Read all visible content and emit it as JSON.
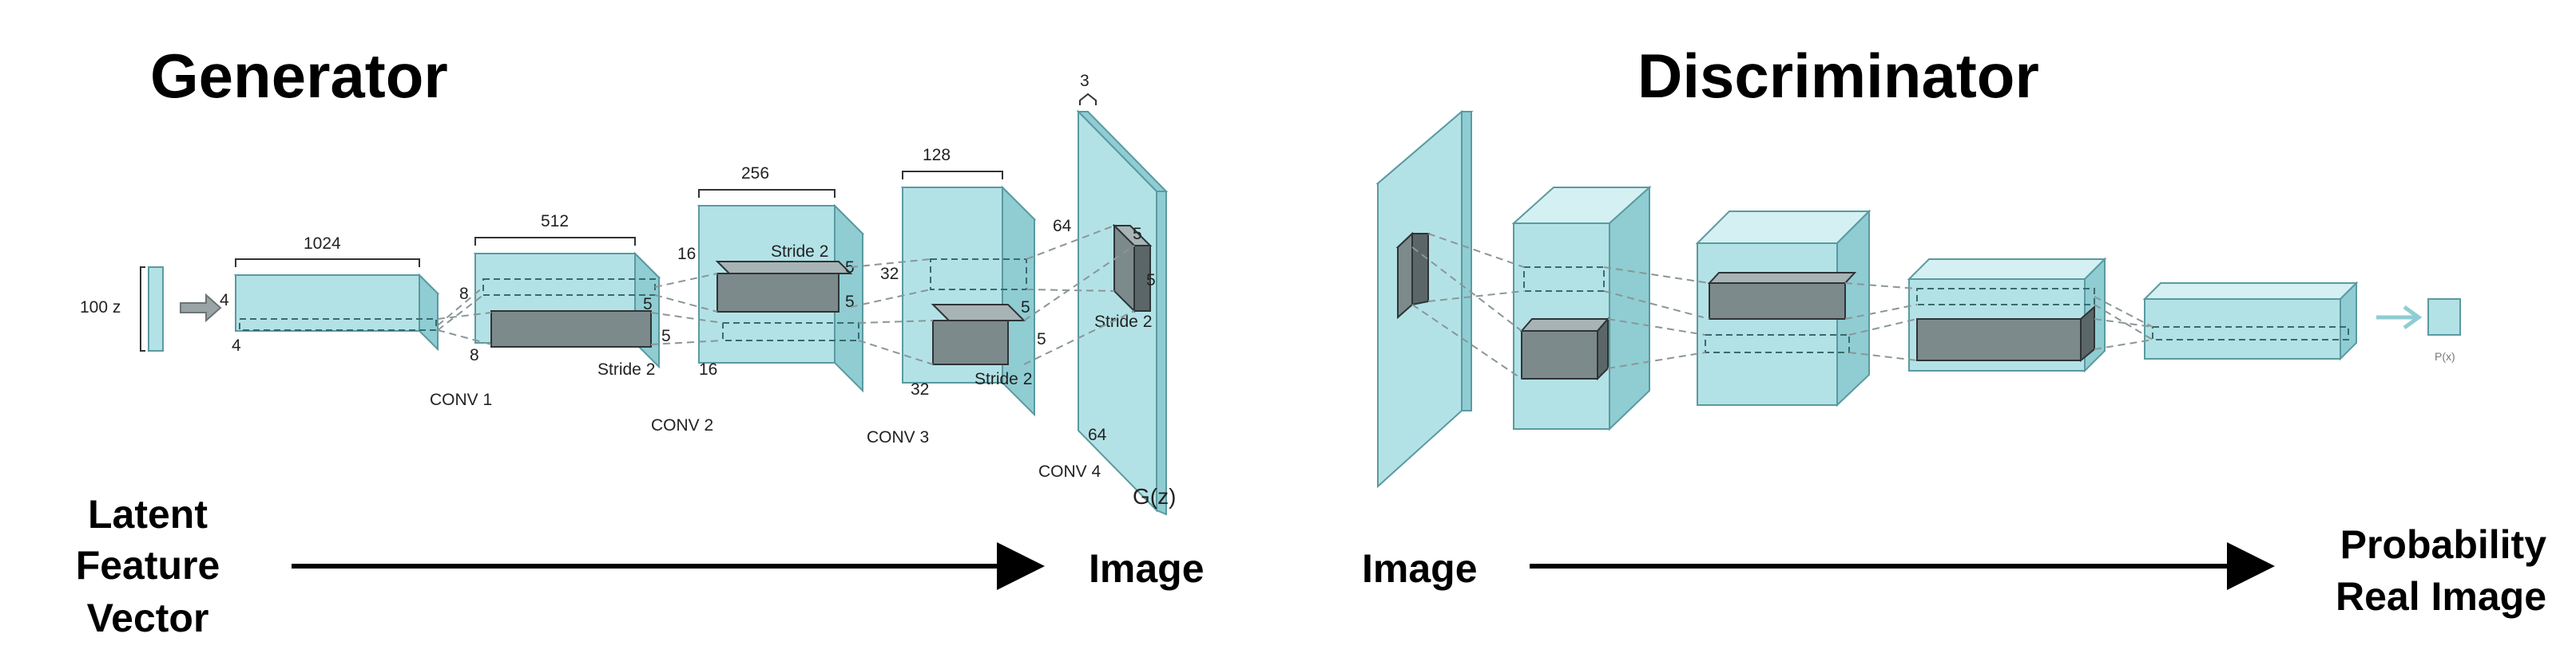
{
  "generator": {
    "title": "Generator",
    "input_label": "100 z",
    "layers": [
      {
        "depth_label": "1024",
        "h_label": "4",
        "w_label": "4"
      },
      {
        "depth_label": "512",
        "h_label": "8",
        "w_label": "8",
        "kernel_label": "5",
        "kernel_label2": "5",
        "stride_label": "Stride 2",
        "conv_label": "CONV 1"
      },
      {
        "depth_label": "256",
        "h_label": "16",
        "w_label": "16",
        "kernel_label": "5",
        "kernel_label2": "5",
        "stride_label": "Stride 2",
        "conv_label": "CONV 2"
      },
      {
        "depth_label": "128",
        "h_label": "32",
        "w_label": "32",
        "kernel_label": "5",
        "kernel_label2": "5",
        "stride_label": "Stride 2",
        "conv_label": "CONV 3"
      },
      {
        "depth_label": "3",
        "h_label": "64",
        "w_label": "64",
        "kernel_label": "5",
        "kernel_label2": "5",
        "stride_label": "Stride 2",
        "conv_label": "CONV 4"
      }
    ],
    "output_label": "G(z)",
    "flow_start": [
      "Latent",
      "Feature",
      "Vector"
    ],
    "flow_end": "Image"
  },
  "discriminator": {
    "title": "Discriminator",
    "output_label": "P(x)",
    "flow_start": "Image",
    "flow_end": [
      "Probability",
      "Real Image"
    ]
  },
  "colors": {
    "block_front": "#b3e2e6",
    "block_top": "#d4f0f2",
    "block_side": "#8fcdd3",
    "kernel": "#7d8a8c",
    "arrow": "#000000"
  }
}
